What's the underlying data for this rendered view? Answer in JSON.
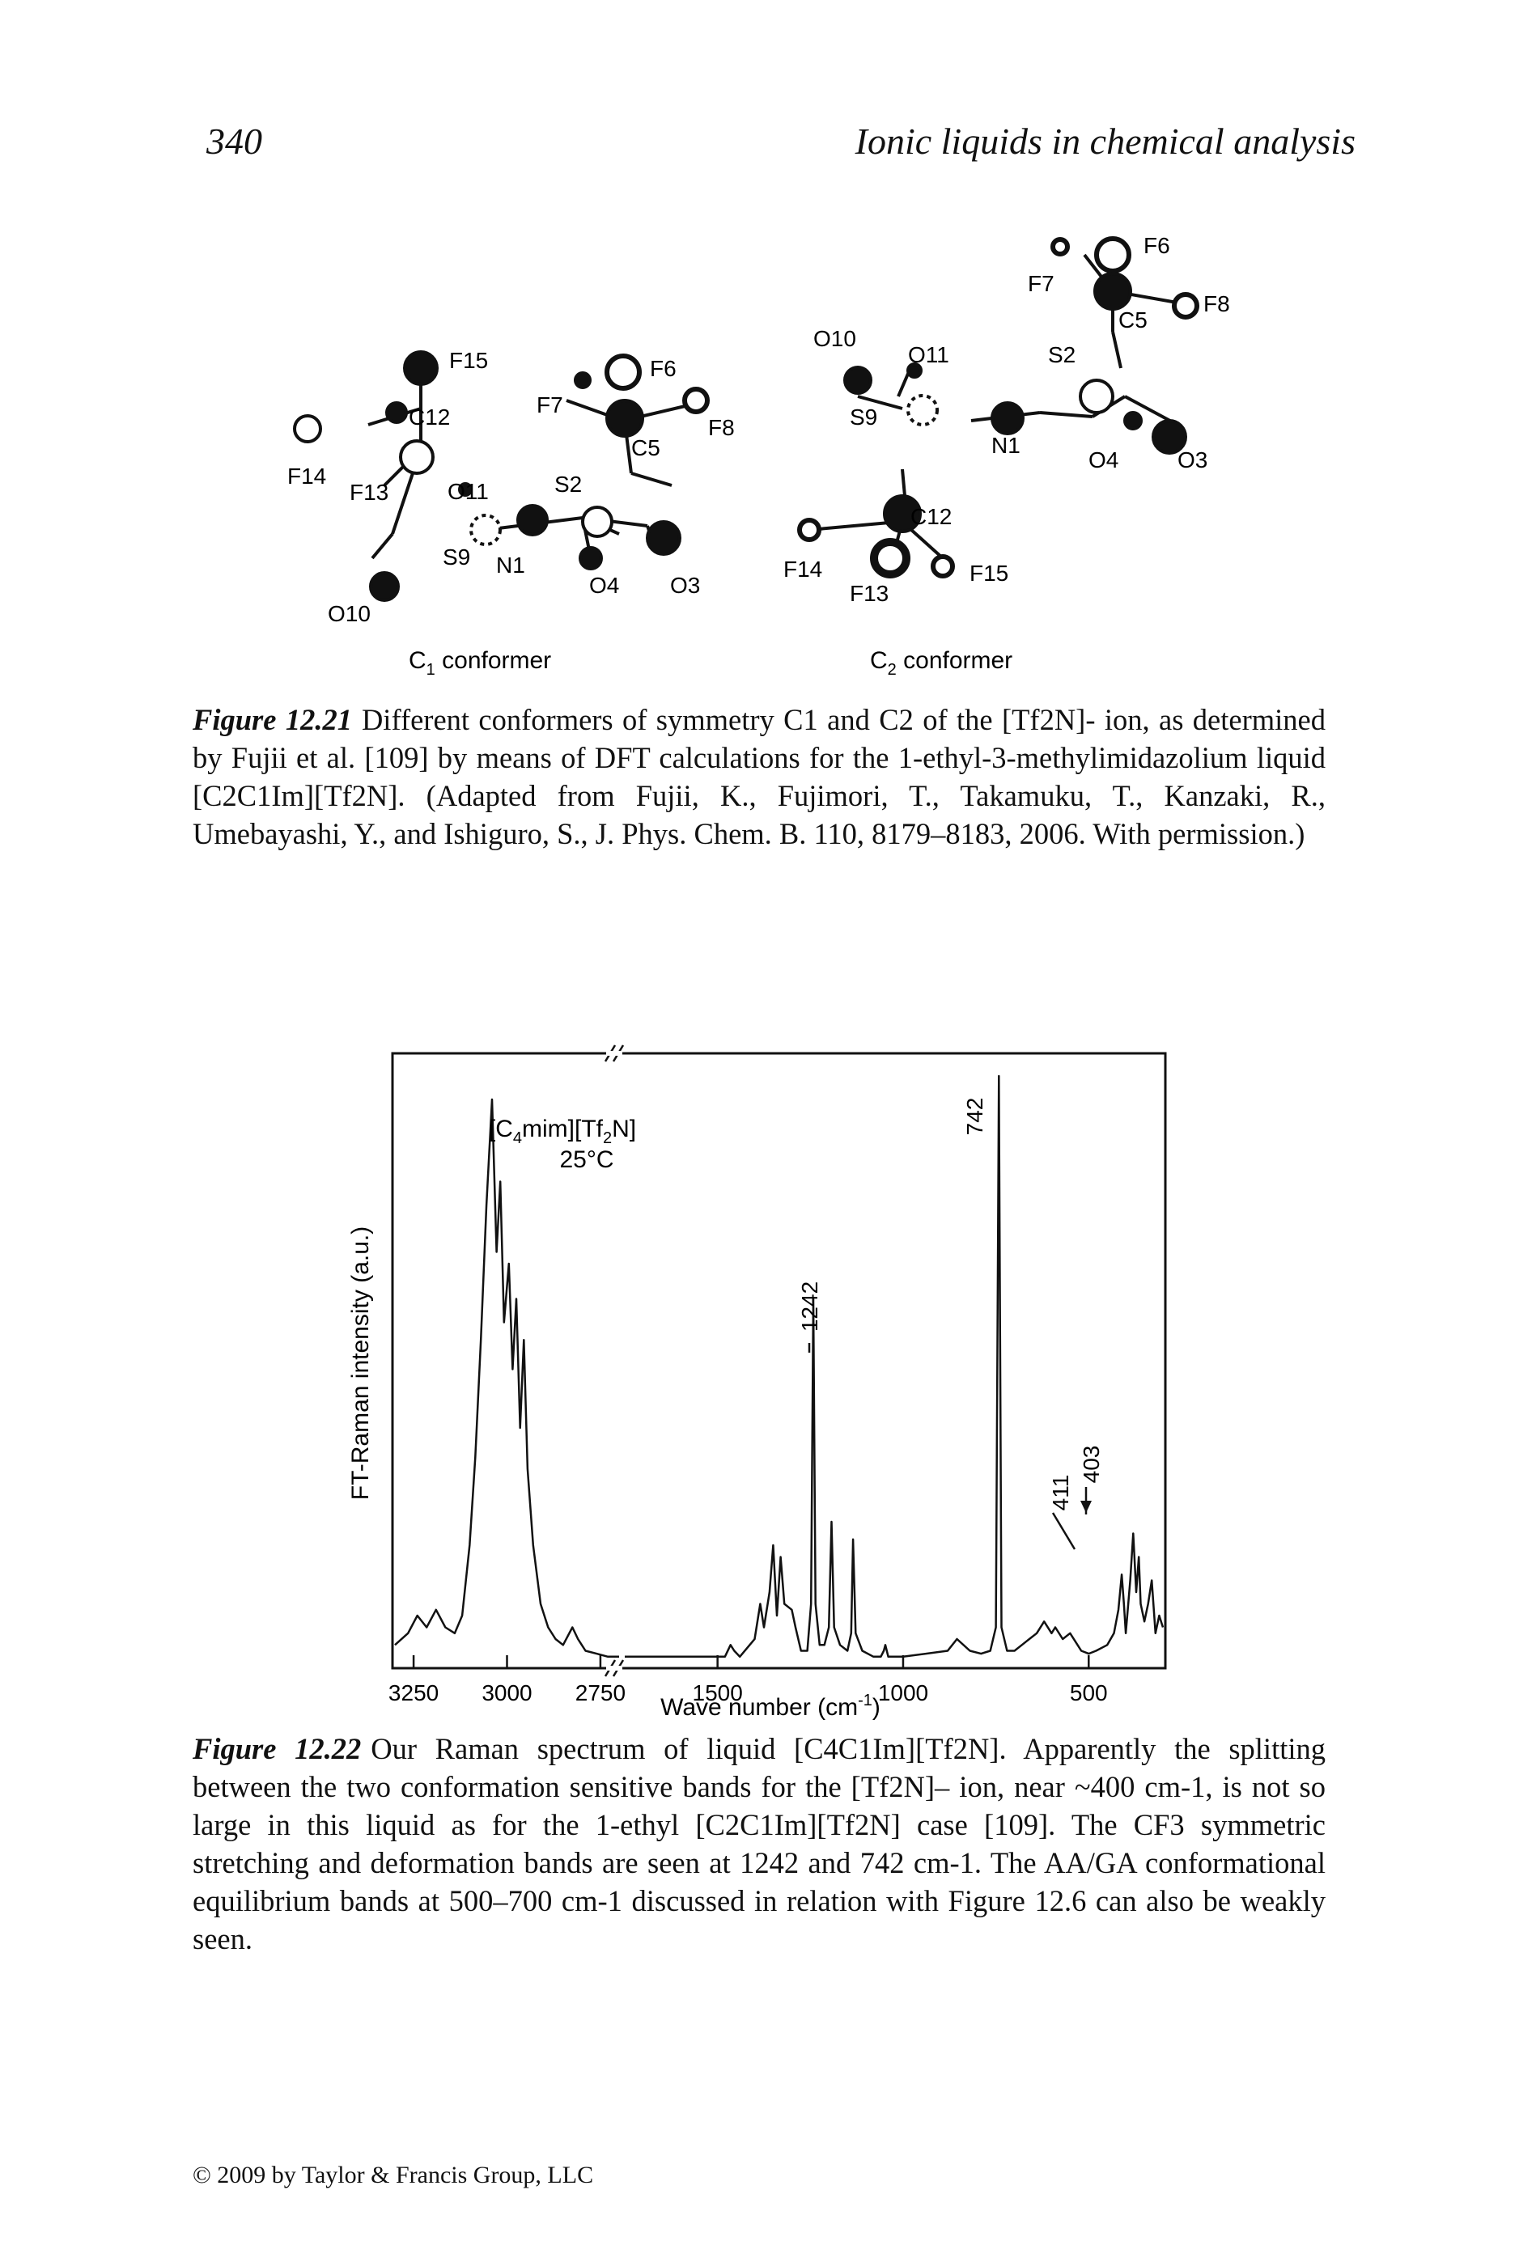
{
  "header": {
    "page_number": "340",
    "running_title": "Ionic liquids in chemical analysis"
  },
  "figure_12_21": {
    "c1_atoms": {
      "F15": "F15",
      "C12": "C12",
      "F14": "F14",
      "F13": "F13",
      "O11": "O11",
      "S9": "S9",
      "O10": "O10",
      "N1": "N1",
      "F7": "F7",
      "F6": "F6",
      "C5": "C5",
      "F8": "F8",
      "S2": "S2",
      "O4": "O4",
      "O3": "O3"
    },
    "c2_atoms": {
      "F6": "F6",
      "F7": "F7",
      "F8": "F8",
      "C5": "C5",
      "O10": "O10",
      "O11": "O11",
      "S2": "S2",
      "S9": "S9",
      "N1": "N1",
      "O4": "O4",
      "O3": "O3",
      "C12": "C12",
      "F14": "F14",
      "F13": "F13",
      "F15": "F15"
    },
    "c1_label_main": "C",
    "c1_label_sub": "1",
    "c1_label_rest": " conformer",
    "c2_label_main": "C",
    "c2_label_sub": "2",
    "c2_label_rest": " conformer",
    "caption_label": "Figure 12.21",
    "caption_text": "Different conformers of symmetry C1 and C2 of the [Tf2N]- ion, as determined by Fujii et al. [109] by means of DFT calculations for the 1-ethyl-3-methylimidazolium liquid [C2C1Im][Tf2N]. (Adapted from Fujii, K., Fujimori, T., Takamuku, T., Kanzaki, R., Umebayashi, Y., and Ishiguro, S., J. Phys. Chem. B. 110, 8179–8183, 2006. With permission.)"
  },
  "figure_12_22": {
    "caption_label": "Figure 12.22",
    "caption_text": "Our Raman spectrum of liquid [C4C1Im][Tf2N]. Apparently the splitting between the two conformation sensitive bands for the [Tf2N]– ion, near ~400 cm-1, is not so large in this liquid as for the 1-ethyl [C2C1Im][Tf2N] case [109]. The CF3 symmetric stretching and deformation bands are seen at 1242 and 742 cm-1. The AA/GA conformational equilibrium bands at 500–700 cm-1 discussed in relation with Figure 12.6 can also be weakly seen."
  },
  "chart_data": {
    "type": "line",
    "title": "",
    "inset_label": "[C4mim][Tf2N]",
    "inset_label_parts": {
      "pre": "[C",
      "sub1": "4",
      "mid": "mim][Tf",
      "sub2": "2",
      "post": "N]"
    },
    "inset_temp": "25°C",
    "xlabel": "Wave number (cm-1)",
    "xlabel_parts": {
      "pre": "Wave number (cm",
      "sup": "-1",
      "post": ")"
    },
    "ylabel": "FT-Raman intensity (a.u.)",
    "x_axis_broken": true,
    "x_segments": [
      {
        "range": [
          3300,
          2700
        ],
        "ticks": [
          3250,
          3000,
          2750
        ]
      },
      {
        "range": [
          1750,
          300
        ],
        "ticks": [
          1500,
          1000,
          500
        ]
      }
    ],
    "tick_labels": [
      "3250",
      "3000",
      "2750",
      "1500",
      "1000",
      "500"
    ],
    "y_range": [
      0,
      1.0
    ],
    "peak_annotations": [
      {
        "label": "742",
        "x": 742
      },
      {
        "label": "1242",
        "x": 1242
      },
      {
        "label": "411",
        "x": 411
      },
      {
        "label": "403",
        "x": 403
      }
    ],
    "series": [
      {
        "points": [
          [
            3300,
            0.03
          ],
          [
            3265,
            0.05
          ],
          [
            3240,
            0.08
          ],
          [
            3215,
            0.06
          ],
          [
            3190,
            0.09
          ],
          [
            3165,
            0.06
          ],
          [
            3140,
            0.05
          ],
          [
            3120,
            0.08
          ],
          [
            3100,
            0.2
          ],
          [
            3085,
            0.35
          ],
          [
            3070,
            0.55
          ],
          [
            3055,
            0.78
          ],
          [
            3040,
            0.96
          ],
          [
            3028,
            0.7
          ],
          [
            3018,
            0.82
          ],
          [
            3008,
            0.58
          ],
          [
            2995,
            0.68
          ],
          [
            2985,
            0.5
          ],
          [
            2975,
            0.62
          ],
          [
            2965,
            0.4
          ],
          [
            2955,
            0.55
          ],
          [
            2945,
            0.33
          ],
          [
            2930,
            0.2
          ],
          [
            2910,
            0.1
          ],
          [
            2890,
            0.06
          ],
          [
            2870,
            0.04
          ],
          [
            2850,
            0.03
          ],
          [
            2825,
            0.06
          ],
          [
            2810,
            0.04
          ],
          [
            2790,
            0.02
          ],
          [
            2760,
            0.015
          ],
          [
            2730,
            0.01
          ],
          [
            2700,
            0.01
          ]
        ]
      },
      {
        "points": [
          [
            1750,
            0.01
          ],
          [
            1600,
            0.01
          ],
          [
            1480,
            0.01
          ],
          [
            1465,
            0.03
          ],
          [
            1455,
            0.02
          ],
          [
            1440,
            0.01
          ],
          [
            1400,
            0.04
          ],
          [
            1385,
            0.1
          ],
          [
            1375,
            0.06
          ],
          [
            1360,
            0.12
          ],
          [
            1350,
            0.2
          ],
          [
            1340,
            0.08
          ],
          [
            1330,
            0.18
          ],
          [
            1320,
            0.1
          ],
          [
            1300,
            0.09
          ],
          [
            1290,
            0.06
          ],
          [
            1275,
            0.02
          ],
          [
            1258,
            0.02
          ],
          [
            1248,
            0.1
          ],
          [
            1242,
            0.62
          ],
          [
            1236,
            0.1
          ],
          [
            1225,
            0.03
          ],
          [
            1212,
            0.03
          ],
          [
            1200,
            0.06
          ],
          [
            1193,
            0.24
          ],
          [
            1186,
            0.06
          ],
          [
            1170,
            0.03
          ],
          [
            1150,
            0.02
          ],
          [
            1140,
            0.05
          ],
          [
            1135,
            0.21
          ],
          [
            1128,
            0.05
          ],
          [
            1110,
            0.02
          ],
          [
            1080,
            0.01
          ],
          [
            1060,
            0.01
          ],
          [
            1052,
            0.02
          ],
          [
            1048,
            0.03
          ],
          [
            1040,
            0.01
          ],
          [
            1000,
            0.01
          ],
          [
            880,
            0.02
          ],
          [
            855,
            0.04
          ],
          [
            820,
            0.02
          ],
          [
            790,
            0.015
          ],
          [
            765,
            0.02
          ],
          [
            750,
            0.06
          ],
          [
            742,
            1.0
          ],
          [
            735,
            0.06
          ],
          [
            720,
            0.02
          ],
          [
            700,
            0.02
          ],
          [
            680,
            0.03
          ],
          [
            660,
            0.04
          ],
          [
            640,
            0.05
          ],
          [
            620,
            0.07
          ],
          [
            600,
            0.05
          ],
          [
            590,
            0.06
          ],
          [
            570,
            0.04
          ],
          [
            550,
            0.05
          ],
          [
            520,
            0.02
          ],
          [
            500,
            0.015
          ],
          [
            480,
            0.02
          ],
          [
            450,
            0.03
          ],
          [
            432,
            0.05
          ],
          [
            420,
            0.09
          ],
          [
            411,
            0.15
          ],
          [
            405,
            0.1
          ],
          [
            400,
            0.05
          ],
          [
            388,
            0.14
          ],
          [
            380,
            0.22
          ],
          [
            372,
            0.12
          ],
          [
            365,
            0.18
          ],
          [
            360,
            0.1
          ],
          [
            350,
            0.07
          ],
          [
            340,
            0.1
          ],
          [
            330,
            0.14
          ],
          [
            320,
            0.05
          ],
          [
            310,
            0.08
          ],
          [
            300,
            0.06
          ]
        ]
      }
    ]
  },
  "footer": {
    "copyright": "© 2009 by Taylor & Francis Group, LLC"
  }
}
